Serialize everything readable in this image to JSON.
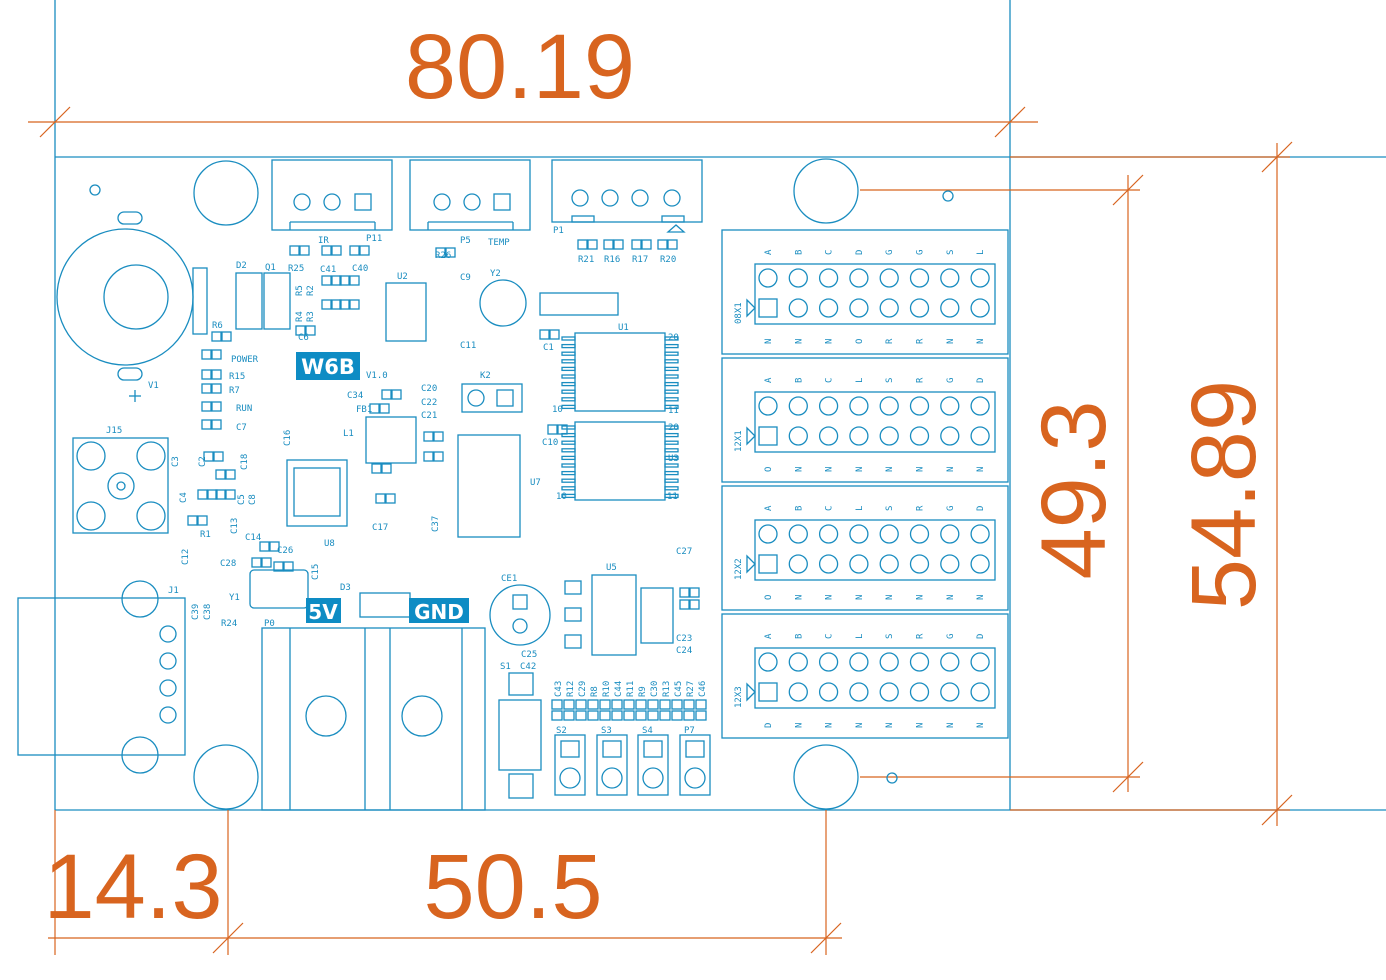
{
  "colors": {
    "board": "#1a8dc0",
    "dimension": "#d8641f",
    "tag_bg": "#0e8cc4"
  },
  "dimensions": {
    "width_total": "80.19",
    "hole_spacing_vertical": "49.3",
    "height_total": "54.89",
    "left_offset": "14.3",
    "hole_spacing_horizontal": "50.5"
  },
  "tags": {
    "model": "W6B",
    "plus_5v": "5V",
    "ground": "GND"
  },
  "designators": {
    "IR": "IR",
    "P11": "P11",
    "P5": "P5",
    "TEMP": "TEMP",
    "R26": "R26",
    "P1": "P1",
    "R21": "R21",
    "R16": "R16",
    "R17": "R17",
    "R20": "R20",
    "D2": "D2",
    "Q1": "Q1",
    "R25": "R25",
    "C41": "C41",
    "C40": "C40",
    "U2": "U2",
    "C9": "C9",
    "Y2": "Y2",
    "R6": "R6",
    "C6": "C6",
    "C11": "C11",
    "U1": "U1",
    "C1": "C1",
    "U1_20": "20",
    "POWER": "POWER",
    "V1": "V1",
    "R15": "R15",
    "R7": "R7",
    "RUN": "RUN",
    "C34": "C34",
    "V10": "V1.0",
    "C20": "C20",
    "C22": "C22",
    "C21": "C21",
    "FB1": "FB1",
    "K2": "K2",
    "U1_10": "10",
    "U1_11": "11",
    "U3_20": "20",
    "C10": "C10",
    "U3": "U3",
    "U7": "U7",
    "U3_10": "10",
    "U3_11": "11",
    "J15": "J15",
    "C7": "C7",
    "C16": "C16",
    "L1": "L1",
    "C18": "C18",
    "C3": "C3",
    "C2": "C2",
    "C4": "C4",
    "C5": "C5",
    "C8": "C8",
    "U8": "U8",
    "C17": "C17",
    "C12": "C12",
    "R1": "R1",
    "C13": "C13",
    "C14": "C14",
    "C26": "C26",
    "C28": "C28",
    "C15": "C15",
    "Y1": "Y1",
    "D3": "D3",
    "C37": "C37",
    "CE1": "CE1",
    "U5": "U5",
    "C27": "C27",
    "C23": "C23",
    "C24": "C24",
    "J1": "J1",
    "C39": "C39",
    "C38": "C38",
    "R24": "R24",
    "P0": "P0",
    "S1": "S1",
    "C25": "C25",
    "C42": "C42",
    "S2": "S2",
    "S3": "S3",
    "S4": "S4",
    "P7": "P7",
    "R5": "R5",
    "R2": "R2",
    "R4": "R4",
    "R3": "R3"
  },
  "passive_row": [
    "C43",
    "R12",
    "C29",
    "R8",
    "R10",
    "C44",
    "R11",
    "R9",
    "C30",
    "R13",
    "C45",
    "R27",
    "C46"
  ],
  "hub_connectors": [
    {
      "name": "08X1",
      "top": [
        "A",
        "B",
        "C",
        "D",
        "G",
        "G",
        "S",
        "L"
      ],
      "bottom": [
        "N",
        "N",
        "N",
        "O",
        "R",
        "R",
        "N",
        "N"
      ]
    },
    {
      "name": "12X1",
      "top": [
        "A",
        "B",
        "C",
        "L",
        "S",
        "R",
        "G",
        "D"
      ],
      "bottom": [
        "O",
        "N",
        "N",
        "N",
        "N",
        "N",
        "N",
        "N"
      ]
    },
    {
      "name": "12X2",
      "top": [
        "A",
        "B",
        "C",
        "L",
        "S",
        "R",
        "G",
        "D"
      ],
      "bottom": [
        "O",
        "N",
        "N",
        "N",
        "N",
        "N",
        "N",
        "N"
      ]
    },
    {
      "name": "12X3",
      "top": [
        "A",
        "B",
        "C",
        "L",
        "S",
        "R",
        "G",
        "D"
      ],
      "bottom": [
        "D",
        "N",
        "N",
        "N",
        "N",
        "N",
        "N",
        "N"
      ]
    }
  ]
}
